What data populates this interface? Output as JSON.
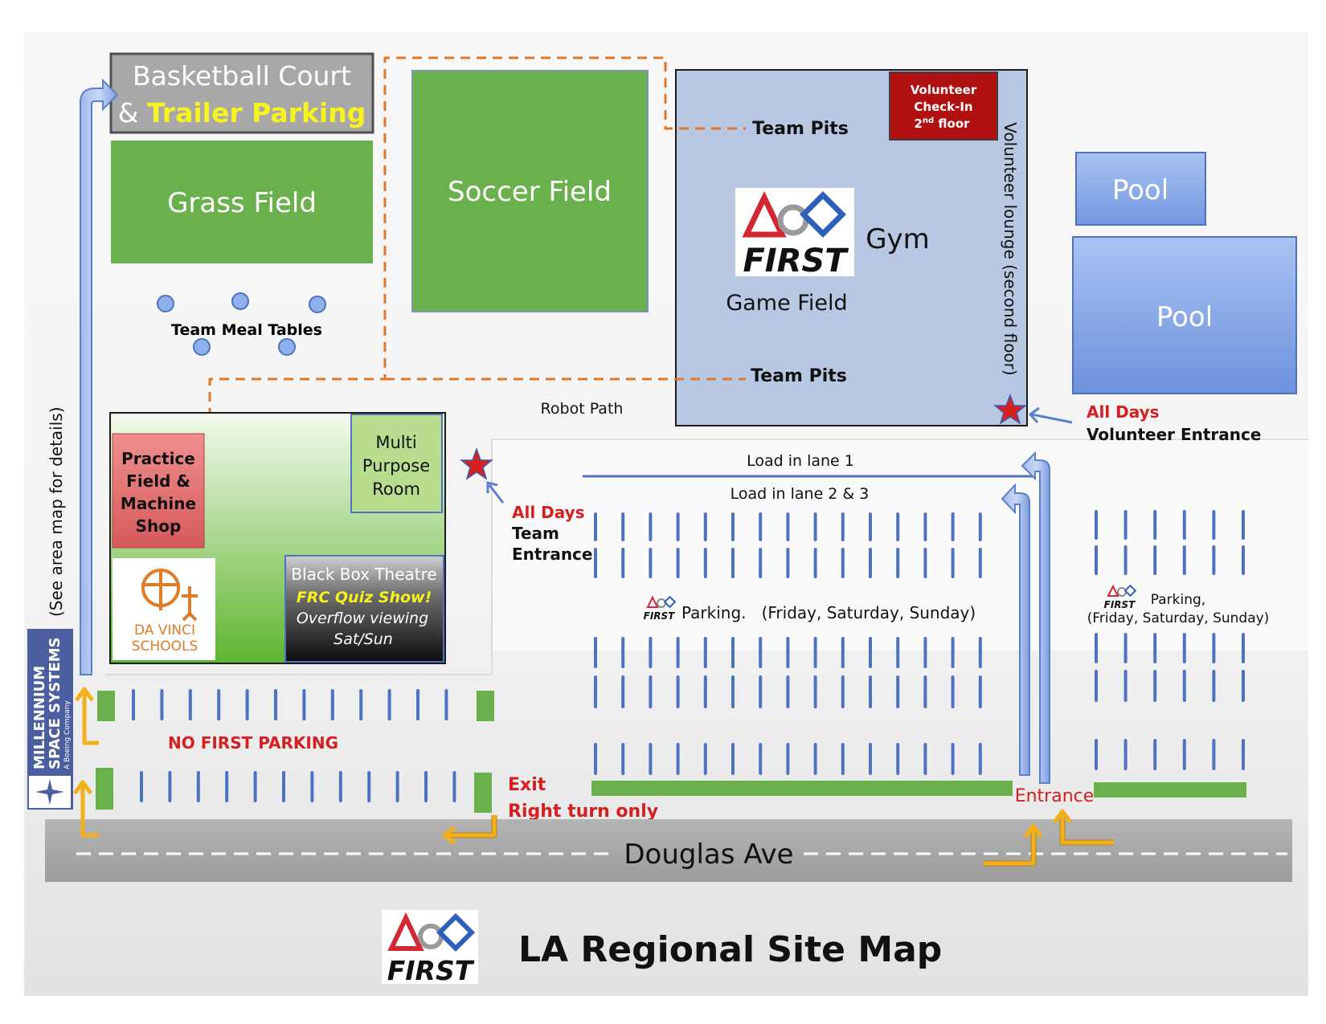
{
  "title": "LA Regional Site Map",
  "logo_text": "FIRST",
  "buildings": {
    "basketball_line1": "Basketball Court",
    "basketball_amp": "&",
    "basketball_line2": "Trailer Parking",
    "grass_field": "Grass Field",
    "soccer_field": "Soccer Field",
    "gym": "Gym",
    "game_field": "Game Field",
    "volunteer_checkin": [
      "Volunteer",
      "Check-In",
      "2",
      "nd",
      " floor"
    ],
    "volunteer_lounge": "Volunteer lounge (second floor)",
    "pool_small": "Pool",
    "pool_large": "Pool",
    "practice_field": [
      "Practice",
      "Field &",
      "Machine",
      "Shop"
    ],
    "multipurpose": [
      "Multi",
      "Purpose",
      "Room"
    ],
    "black_box": [
      "Black Box Theatre",
      "FRC Quiz Show!",
      "Overflow viewing",
      "Sat/Sun"
    ],
    "da_vinci": [
      "DA VINCI",
      "SCHOOLS"
    ]
  },
  "labels": {
    "team_pits_top": "Team Pits",
    "team_pits_bottom": "Team Pits",
    "team_meal_tables": "Team Meal Tables",
    "robot_path": "Robot Path",
    "volunteer_entrance_days": "All Days",
    "volunteer_entrance": "Volunteer Entrance",
    "team_entrance_days": "All Days",
    "team_entrance": [
      "Team",
      "Entrance"
    ],
    "load_lane_1": "Load in lane 1",
    "load_lane_23": "Load in lane 2 & 3",
    "parking_main": "Parking.   (Friday, Saturday, Sunday)",
    "parking_right": [
      "Parking,",
      "(Friday, Saturday, Sunday)"
    ],
    "no_first_parking": "NO FIRST PARKING",
    "exit": [
      "Exit",
      "Right turn only"
    ],
    "entrance": "Entrance",
    "street": "Douglas Ave",
    "area_map_note": "(See area map for details)",
    "sponsor": [
      "MILLENNIUM",
      "SPACE SYSTEMS",
      "A Boeing Company"
    ]
  },
  "colors": {
    "field_green": "#6ab04c",
    "gym_blue": "#b9c8e2",
    "pool_blue": "#8fb0ea",
    "path_orange": "#e0782b",
    "alert_red": "#d42020",
    "checkin_red": "#b01010",
    "road_gray": "#a9a9a9",
    "arrow_yellow": "#f2b01e",
    "stall_blue": "#4f72c0"
  }
}
